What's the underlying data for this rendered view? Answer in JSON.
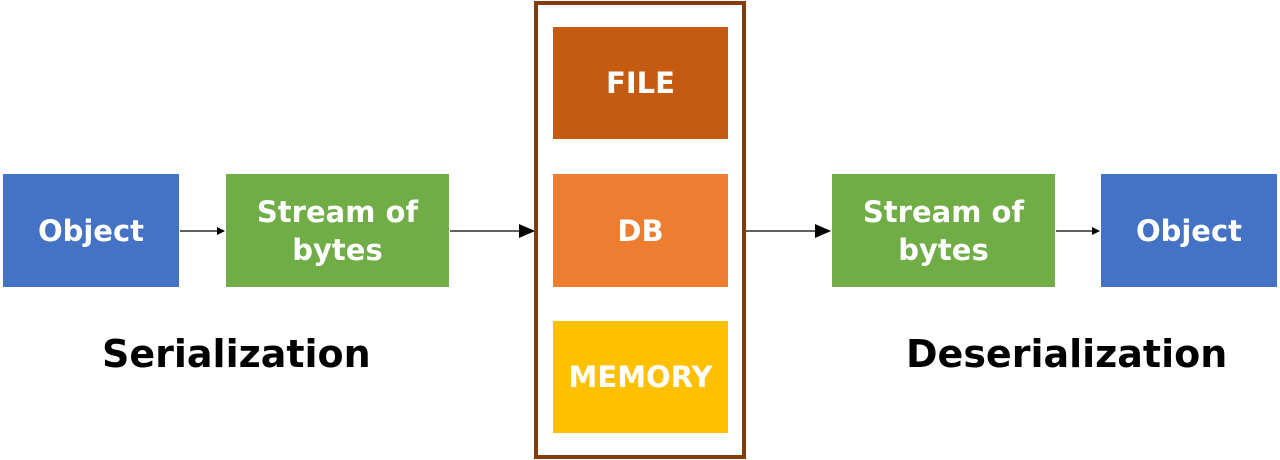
{
  "serialization": {
    "source_label": "Object",
    "stream_label": "Stream of bytes",
    "caption": "Serialization"
  },
  "storage": {
    "items": [
      {
        "label": "FILE",
        "color": "#c55a11"
      },
      {
        "label": "DB",
        "color": "#ed7d31"
      },
      {
        "label": "MEMORY",
        "color": "#ffc000"
      }
    ],
    "frame_color": "#843c0c"
  },
  "deserialization": {
    "stream_label": "Stream of bytes",
    "target_label": "Object",
    "caption": "Deserialization"
  },
  "colors": {
    "object_box": "#4472c4",
    "stream_box": "#70ad47",
    "arrow": "#000000"
  }
}
